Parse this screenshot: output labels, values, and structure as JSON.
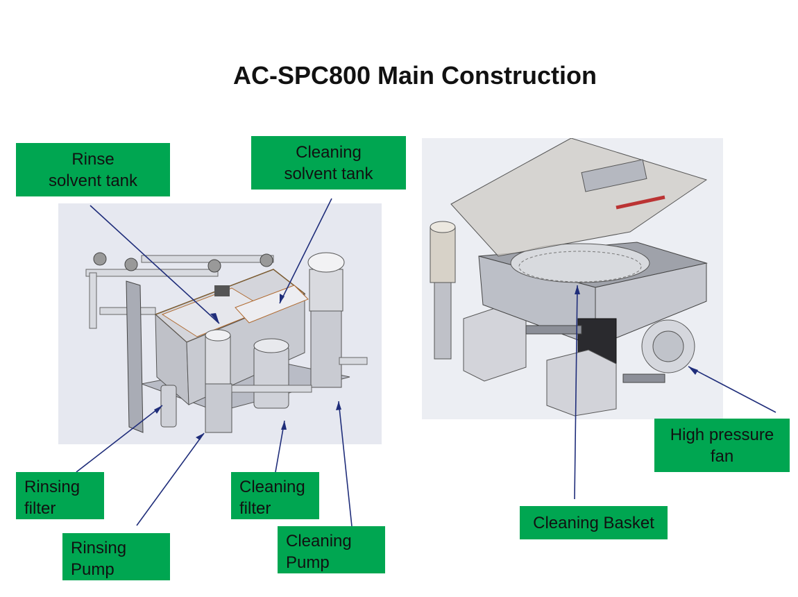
{
  "title": "AC-SPC800 Main Construction",
  "labels": {
    "rinse_tank": [
      "Rinse",
      "solvent tank"
    ],
    "cleaning_tank": [
      "Cleaning",
      "solvent tank"
    ],
    "rinsing_filter": [
      "Rinsing",
      "filter"
    ],
    "rinsing_pump": [
      "Rinsing",
      "Pump"
    ],
    "cleaning_filter": [
      "Cleaning",
      "filter"
    ],
    "cleaning_pump": [
      "Cleaning",
      "Pump"
    ],
    "fan": [
      "High pressure",
      "fan"
    ],
    "basket": "Cleaning Basket"
  },
  "colors": {
    "label_bg": "#00a651",
    "leader": "#1f2d7a"
  }
}
